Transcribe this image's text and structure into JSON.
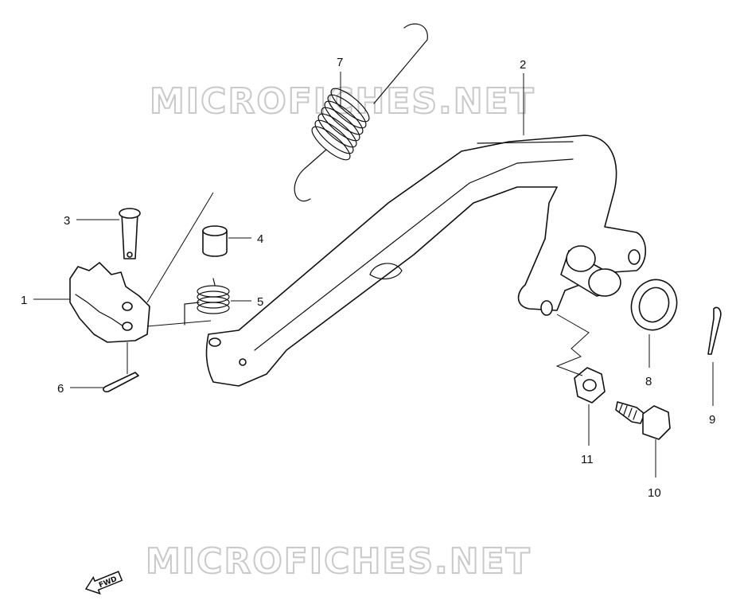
{
  "watermark": {
    "text": "MICROFICHES.NET"
  },
  "fwd_label": "FWD",
  "callouts": [
    {
      "id": "1",
      "label": "1"
    },
    {
      "id": "2",
      "label": "2"
    },
    {
      "id": "3",
      "label": "3"
    },
    {
      "id": "4",
      "label": "4"
    },
    {
      "id": "5",
      "label": "5"
    },
    {
      "id": "6",
      "label": "6"
    },
    {
      "id": "7",
      "label": "7"
    },
    {
      "id": "8",
      "label": "8"
    },
    {
      "id": "9",
      "label": "9"
    },
    {
      "id": "10",
      "label": "10"
    },
    {
      "id": "11",
      "label": "11"
    }
  ]
}
